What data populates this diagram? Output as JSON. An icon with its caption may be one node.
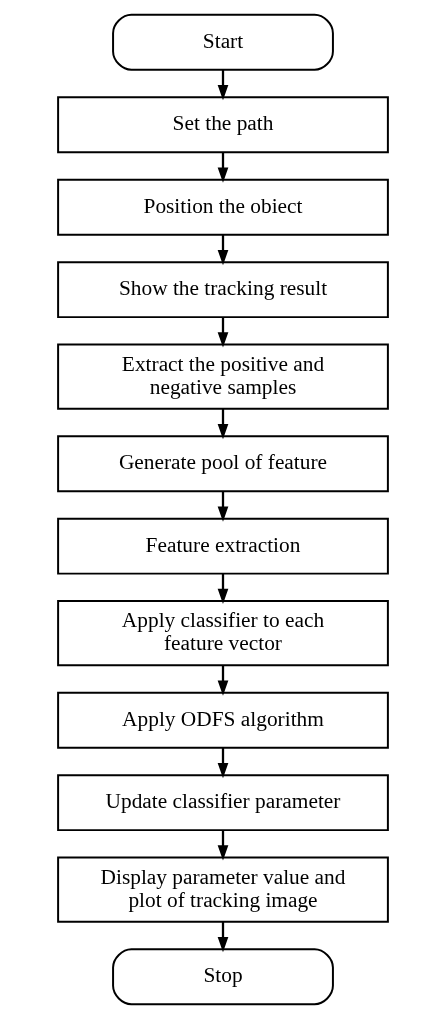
{
  "diagram": {
    "nodes": [
      {
        "text": [
          "Start"
        ]
      },
      {
        "text": [
          "Set the path"
        ]
      },
      {
        "text": [
          "Position the obiect"
        ]
      },
      {
        "text": [
          "Show the tracking result"
        ]
      },
      {
        "text": [
          "Extract the positive and negative samples"
        ]
      },
      {
        "text": [
          "Generate pool of feature"
        ]
      },
      {
        "text": [
          "Feature extraction"
        ]
      },
      {
        "text": [
          "Apply classifier to each feature vector"
        ]
      },
      {
        "text": [
          "Apply ODFS algorithm"
        ]
      },
      {
        "text": [
          "Update classifier parameter"
        ]
      },
      {
        "text": [
          "Display parameter value and plot of tracking image"
        ]
      },
      {
        "text": [
          "Stop"
        ]
      }
    ],
    "edges": [
      {
        "from": 0,
        "to": 1,
        "arrow": "to"
      },
      {
        "from": 1,
        "to": 2,
        "arrow": "to"
      },
      {
        "from": 2,
        "to": 3,
        "arrow": "to"
      },
      {
        "from": 3,
        "to": 4,
        "arrow": "to"
      },
      {
        "from": 4,
        "to": 5,
        "arrow": "to"
      },
      {
        "from": 5,
        "to": 6,
        "arrow": "to"
      },
      {
        "from": 6,
        "to": 7,
        "arrow": "to"
      },
      {
        "from": 7,
        "to": 8,
        "arrow": "to"
      },
      {
        "from": 8,
        "to": 9,
        "arrow": "to"
      },
      {
        "from": 9,
        "to": 10,
        "arrow": "to"
      },
      {
        "from": 10,
        "to": 11,
        "arrow": "to"
      }
    ]
  }
}
